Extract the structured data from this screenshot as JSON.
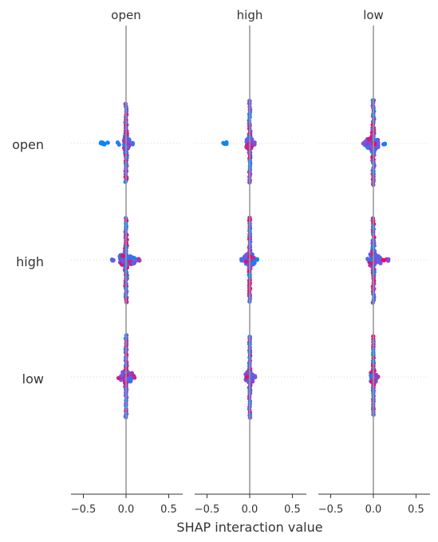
{
  "chart_data": {
    "type": "scatter",
    "subtype": "shap-interaction-beeswarm",
    "xlabel": "SHAP interaction value",
    "columns": [
      "open",
      "high",
      "low"
    ],
    "rows": [
      "open",
      "high",
      "low"
    ],
    "xlim": [
      -0.65,
      0.68
    ],
    "xticks": [
      -0.5,
      0.0,
      0.5
    ],
    "xtick_labels": [
      "−0.5",
      "0.0",
      "0.5"
    ],
    "colors": {
      "low": "#008bfb",
      "high": "#ff0052",
      "zero_line": "#999999",
      "row_grid": "#cccccc"
    },
    "cells": [
      {
        "row": "open",
        "col": "open",
        "spread": 0.008,
        "up": 50,
        "down": 52,
        "core": [
          -0.03,
          0.04
        ],
        "outliers": [
          -0.3,
          -0.28,
          -0.27,
          -0.26,
          -0.22,
          -0.09,
          0.07
        ]
      },
      {
        "row": "open",
        "col": "high",
        "spread": 0.006,
        "up": 53,
        "down": 52,
        "core": [
          -0.04,
          0.03
        ],
        "outliers": [
          -0.3,
          -0.29,
          -0.28,
          0.05
        ]
      },
      {
        "row": "open",
        "col": "low",
        "spread": 0.009,
        "up": 54,
        "down": 52,
        "core": [
          -0.1,
          0.06
        ],
        "outliers": [
          -0.11,
          0.12,
          0.14
        ]
      },
      {
        "row": "high",
        "col": "open",
        "spread": 0.009,
        "up": 52,
        "down": 54,
        "core": [
          -0.08,
          0.1
        ],
        "outliers": [
          -0.16,
          -0.14,
          0.13,
          0.15
        ]
      },
      {
        "row": "high",
        "col": "high",
        "spread": 0.006,
        "up": 53,
        "down": 54,
        "core": [
          -0.07,
          0.06
        ],
        "outliers": [
          -0.1,
          0.08
        ]
      },
      {
        "row": "high",
        "col": "low",
        "spread": 0.008,
        "up": 52,
        "down": 54,
        "core": [
          -0.05,
          0.09
        ],
        "outliers": [
          -0.07,
          0.12,
          0.16,
          0.18
        ]
      },
      {
        "row": "low",
        "col": "open",
        "spread": 0.007,
        "up": 52,
        "down": 51,
        "core": [
          -0.06,
          0.08
        ],
        "outliers": [
          -0.09,
          0.1
        ]
      },
      {
        "row": "low",
        "col": "high",
        "spread": 0.005,
        "up": 51,
        "down": 51,
        "core": [
          -0.05,
          0.04
        ],
        "outliers": [
          0.06
        ]
      },
      {
        "row": "low",
        "col": "low",
        "spread": 0.004,
        "up": 51,
        "down": 49,
        "core": [
          -0.03,
          0.04
        ],
        "outliers": [
          0.05
        ]
      }
    ]
  }
}
